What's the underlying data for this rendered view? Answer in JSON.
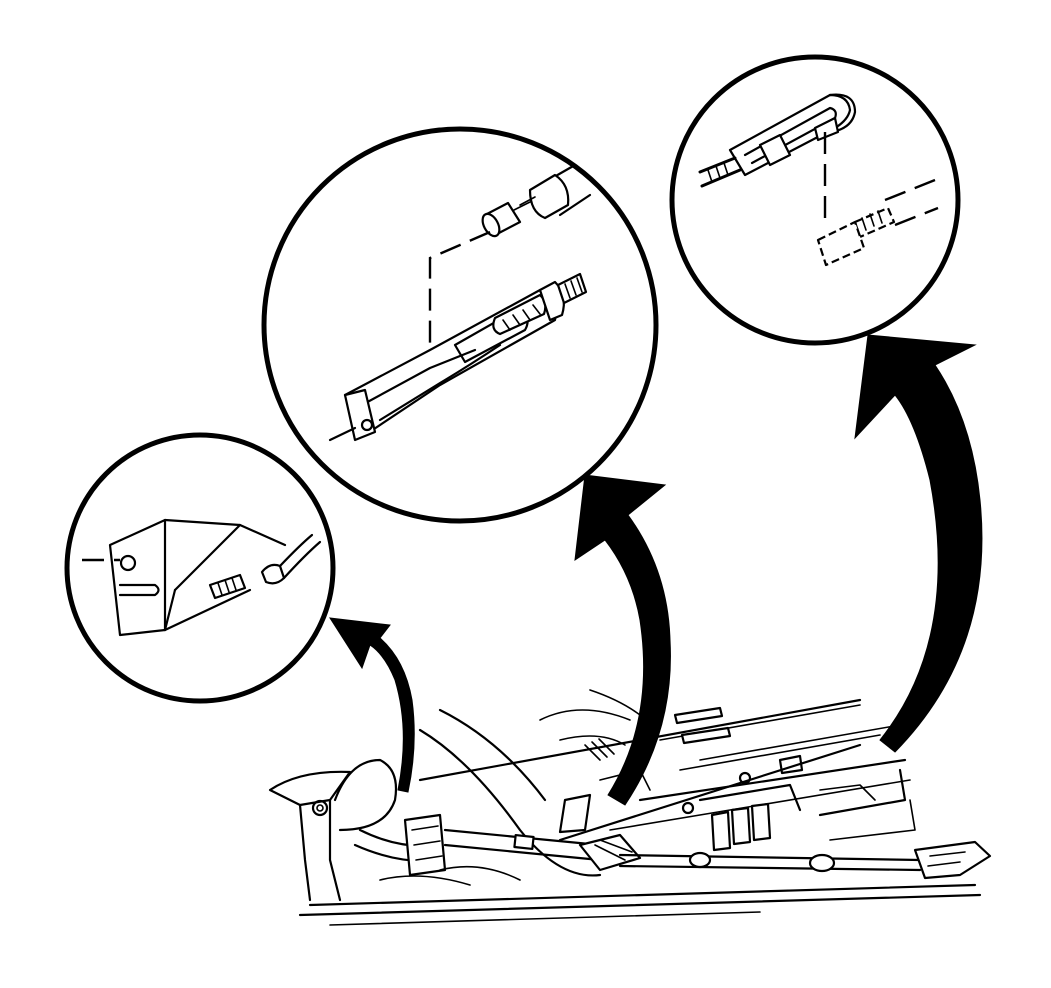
{
  "diagram": {
    "ink_color": "#000000",
    "paper_color": "#ffffff",
    "callouts": [
      {
        "id": "rear-cable-equalizer-detail",
        "icon": "magnifier-circle"
      },
      {
        "id": "cable-connector-detail",
        "icon": "magnifier-circle"
      },
      {
        "id": "cable-clip-detail",
        "icon": "magnifier-circle"
      }
    ],
    "arrows": [
      {
        "from": "assembly-left-bracket",
        "to": "rear-cable-equalizer-detail"
      },
      {
        "from": "assembly-center-connector",
        "to": "cable-connector-detail"
      },
      {
        "from": "assembly-right-clip",
        "to": "cable-clip-detail"
      }
    ]
  }
}
